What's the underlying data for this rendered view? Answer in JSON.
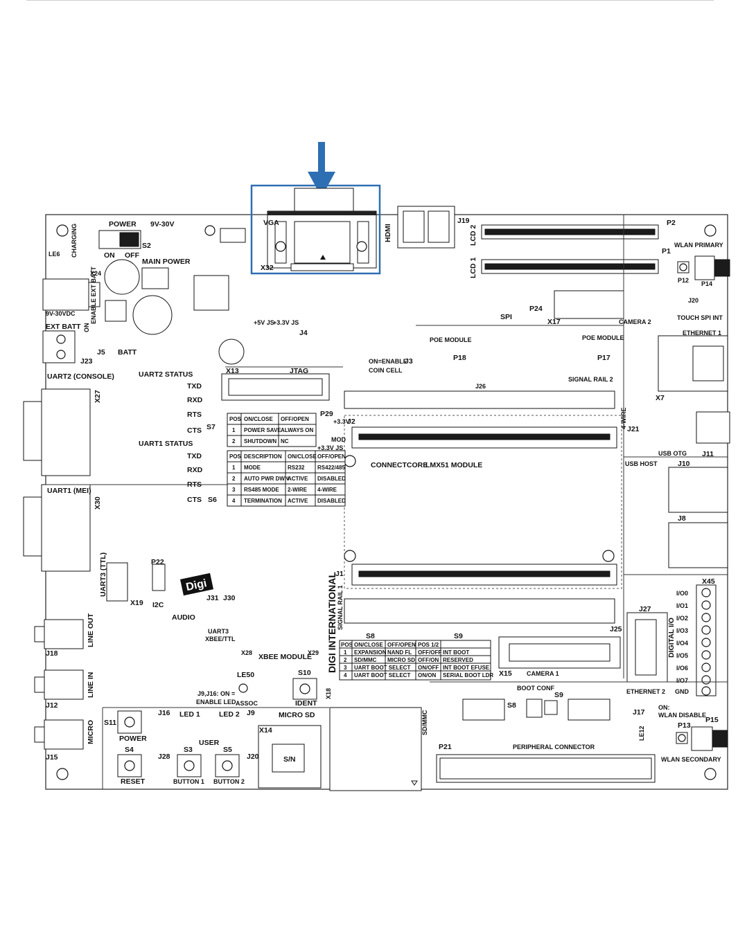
{
  "callout": {
    "arrow_color": "#2e6fb3",
    "box_color": "#2e6fb3",
    "target": "VGA"
  },
  "labels": {
    "power": "POWER",
    "v9_30": "9V-30V",
    "on": "ON",
    "off": "OFF",
    "s2": "S2",
    "main_power": "MAIN POWER",
    "charging": "CHARGING",
    "le6": "LE6",
    "x24": "X24",
    "vdc": "9V-30VDC",
    "ext_batt": "EXT BATT",
    "enable_ext_batt": "ENABLE EXT BATT",
    "on_label": "ON",
    "j5": "J5",
    "batt": "BATT",
    "j23": "J23",
    "uart2_console": "UART2 (CONSOLE)",
    "uart2_status": "UART2 STATUS",
    "x27": "X27",
    "txd": "TXD",
    "rxd": "RXD",
    "rts": "RTS",
    "cts": "CTS",
    "s7": "S7",
    "uart1_status": "UART1 STATUS",
    "uart1_mei": "UART1 (MEI)",
    "x30": "X30",
    "s6": "S6",
    "uart3_ttl": "UART3 (TTL)",
    "x19": "X19",
    "p22": "P22",
    "i2c": "I2C",
    "j31": "J31",
    "j30": "J30",
    "uart3_xbee": "UART3",
    "xbee_ttl": "XBEE/TTL",
    "audio": "AUDIO",
    "line_out": "LINE OUT",
    "j18": "J18",
    "line_in": "LINE IN",
    "j12": "J12",
    "micro": "MICRO",
    "j15": "J15",
    "s11": "S11",
    "power_btn": "POWER",
    "s4": "S4",
    "reset": "RESET",
    "j16": "J16",
    "led1": "LED 1",
    "led2": "LED 2",
    "j28": "J28",
    "s3": "S3",
    "user": "USER",
    "s5": "S5",
    "button1": "BUTTON 1",
    "button2": "BUTTON 2",
    "j9": "J9",
    "j20": "J20",
    "x14": "X14",
    "micro_sd": "MICRO SD",
    "enable_led": "J9,J16: ON =",
    "enable_led2": "ENABLE LED",
    "le50": "LE50",
    "assoc": "ASSOC",
    "s10": "S10",
    "ident": "IDENT",
    "x28": "X28",
    "xbee_module": "XBEE MODULE",
    "x29": "X29",
    "digi_international": "DIGI INTERNATIONAL",
    "signal_rail_1": "SIGNAL RAIL 1",
    "j1": "J1",
    "x18": "X18",
    "sd_mmc": "SD/MMC",
    "sn": "S/N",
    "vga": "VGA",
    "x32": "X32",
    "hdmi": "HDMI",
    "j19": "J19",
    "lcd2": "LCD 2",
    "lcd1": "LCD 1",
    "p2": "P2",
    "p1": "P1",
    "wlan_primary": "WLAN PRIMARY",
    "p12": "P12",
    "p14": "P14",
    "j20b": "J20",
    "touch_spi_int": "TOUCH SPI INT",
    "spi": "SPI",
    "p24": "P24",
    "x17": "X17",
    "camera2": "CAMERA 2",
    "ethernet1": "ETHERNET 1",
    "v5js": "+5V JS",
    "v33js": "+3.3V JS",
    "j4": "J4",
    "poe_module": "POE MODULE",
    "p18": "P18",
    "poe_module2": "POE MODULE",
    "p17": "P17",
    "x13": "X13",
    "jtag": "JTAG",
    "on_enable": "ON=ENABLE",
    "coin_cell": "COIN CELL",
    "j3": "J3",
    "j26": "J26",
    "signal_rail_2": "SIGNAL RAIL 2",
    "x7": "X7",
    "p29": "P29",
    "v33_a": "+3.3V",
    "j2": "J2",
    "mod": "MOD",
    "v33_js2": "+3.3V JS",
    "connectcore": "CONNECTCORE",
    "lmx51": "LMX51 MODULE",
    "four_wire": "4-WIRE",
    "j21": "J21",
    "usb_otg": "USB OTG",
    "j11": "J11",
    "usb_host": "USB HOST",
    "j10": "J10",
    "j8": "J8",
    "x45": "X45",
    "io0": "I/O0",
    "io1": "I/O1",
    "io2": "I/O2",
    "io3": "I/O3",
    "io4": "I/O4",
    "io5": "I/O5",
    "io6": "I/O6",
    "io7": "I/O7",
    "gnd": "GND",
    "digital_io": "DIGITAL I/O",
    "j27": "J27",
    "ethernet2": "ETHERNET 2",
    "j25": "J25",
    "x15": "X15",
    "camera1": "CAMERA 1",
    "s8": "S8",
    "s9": "S9",
    "boot_conf": "BOOT CONF",
    "s8b": "S8",
    "s9b": "S9",
    "j17": "J17",
    "on_wlan": "ON:",
    "wlan_disable": "WLAN DISABLE",
    "p13": "P13",
    "p15": "P15",
    "le12": "LE12",
    "p21": "P21",
    "peripheral_connector": "PERIPHERAL CONNECTOR",
    "wlan_secondary": "WLAN SECONDARY"
  },
  "s7_table": {
    "header": [
      "POS",
      "ON/CLOSE",
      "OFF/OPEN"
    ],
    "rows": [
      [
        "1",
        "POWER SAVE",
        "ALWAYS ON"
      ],
      [
        "2",
        "SHUTDOWN",
        "NC"
      ]
    ]
  },
  "s6_table": {
    "header": [
      "POS",
      "DESCRIPTION",
      "ON/CLOSE",
      "OFF/OPEN"
    ],
    "rows": [
      [
        "1",
        "MODE",
        "RS232",
        "RS422/485"
      ],
      [
        "2",
        "AUTO PWR DWN",
        "ACTIVE",
        "DISABLED"
      ],
      [
        "3",
        "RS485 MODE",
        "2-WIRE",
        "4-WIRE"
      ],
      [
        "4",
        "TERMINATION",
        "ACTIVE",
        "DISABLED"
      ]
    ]
  },
  "s8_table": {
    "header": [
      "POS",
      "ON/CLOSE",
      "OFF/OPEN"
    ],
    "rows": [
      [
        "1",
        "EXPANSION",
        "NAND FL"
      ],
      [
        "2",
        "SD/MMC",
        "MICRO SD"
      ],
      [
        "3",
        "UART BOOT SELECT",
        ""
      ],
      [
        "4",
        "UART BOOT SELECT",
        ""
      ]
    ]
  },
  "s9_table": {
    "header": [
      "POS 1/2",
      ""
    ],
    "rows": [
      [
        "OFF/OFF",
        "INT BOOT"
      ],
      [
        "OFF/ON",
        "RESERVED"
      ],
      [
        "ON/OFF",
        "INT BOOT EFUSE"
      ],
      [
        "ON/ON",
        "SERIAL BOOT LDR"
      ]
    ]
  }
}
